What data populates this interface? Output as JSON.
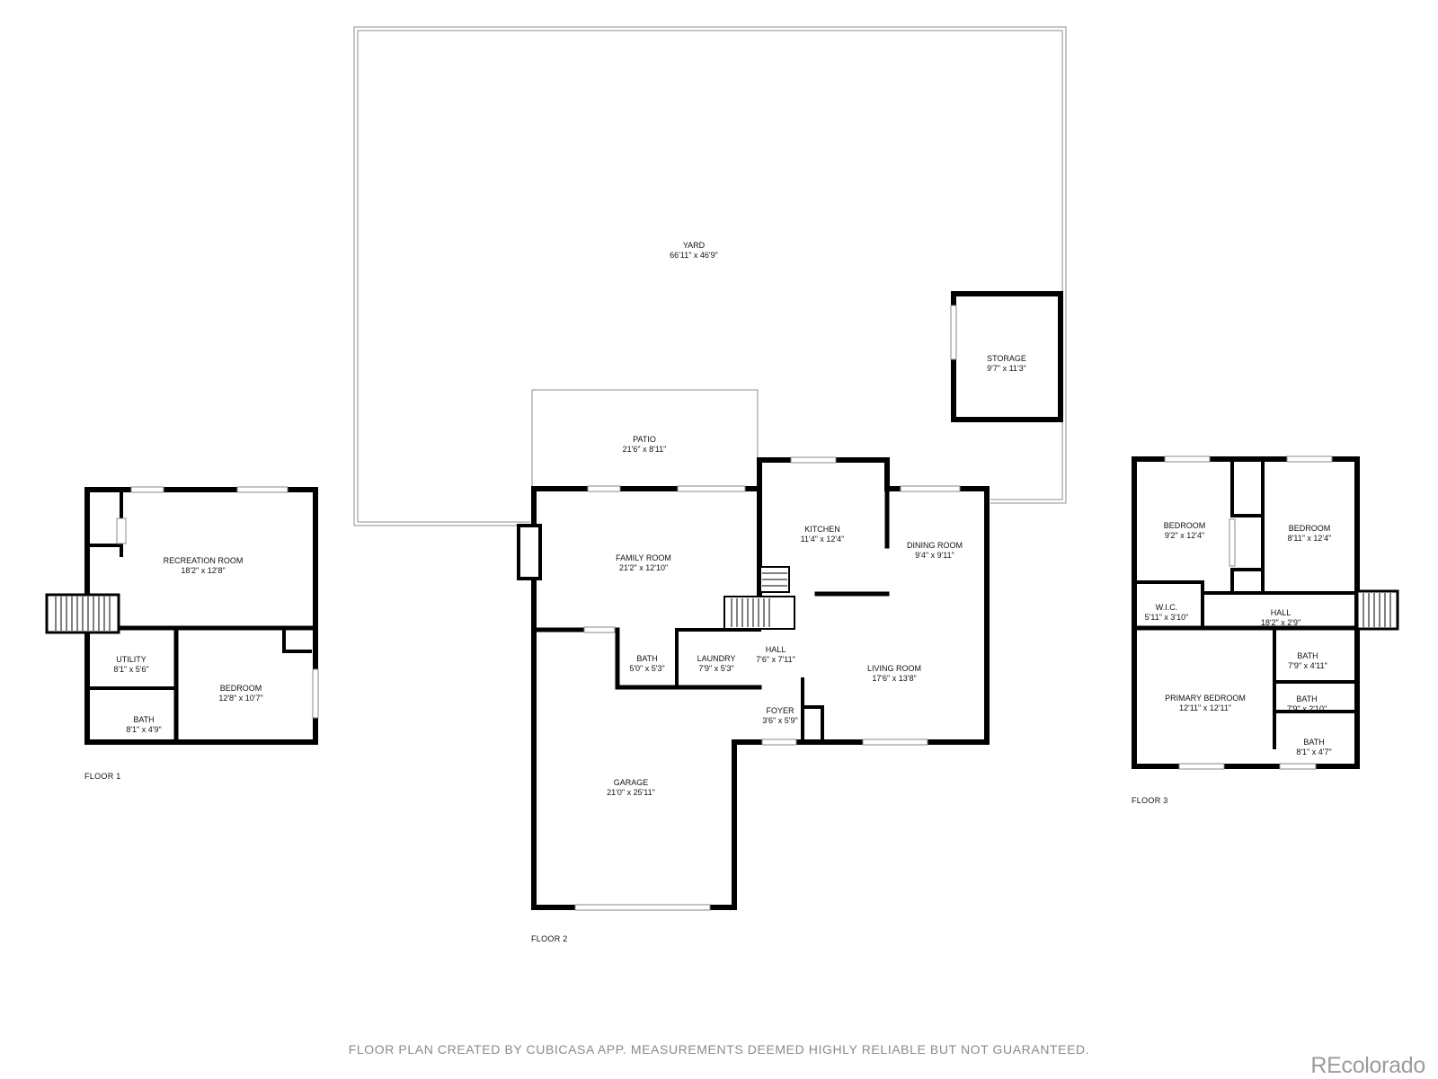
{
  "rooms": {
    "yard": {
      "name": "YARD",
      "dims": "66'11\" x 46'9\""
    },
    "storage": {
      "name": "STORAGE",
      "dims": "9'7\" x 11'3\""
    },
    "patio": {
      "name": "PATIO",
      "dims": "21'6\" x 8'11\""
    },
    "recreation_room": {
      "name": "RECREATION ROOM",
      "dims": "18'2\" x 12'8\""
    },
    "utility": {
      "name": "UTILITY",
      "dims": "8'1\" x 5'6\""
    },
    "bedroom_f1": {
      "name": "BEDROOM",
      "dims": "12'8\" x 10'7\""
    },
    "bath_f1": {
      "name": "BATH",
      "dims": "8'1\" x 4'9\""
    },
    "family_room": {
      "name": "FAMILY ROOM",
      "dims": "21'2\" x 12'10\""
    },
    "kitchen": {
      "name": "KITCHEN",
      "dims": "11'4\" x 12'4\""
    },
    "dining_room": {
      "name": "DINING ROOM",
      "dims": "9'4\" x 9'11\""
    },
    "bath_f2": {
      "name": "BATH",
      "dims": "5'0\" x 5'3\""
    },
    "laundry": {
      "name": "LAUNDRY",
      "dims": "7'9\" x 5'3\""
    },
    "hall_f2": {
      "name": "HALL",
      "dims": "7'6\" x 7'11\""
    },
    "living_room": {
      "name": "LIVING ROOM",
      "dims": "17'6\" x 13'8\""
    },
    "foyer": {
      "name": "FOYER",
      "dims": "3'6\" x 5'9\""
    },
    "garage": {
      "name": "GARAGE",
      "dims": "21'0\" x 25'11\""
    },
    "bedroom_f3_left": {
      "name": "BEDROOM",
      "dims": "9'2\" x 12'4\""
    },
    "bedroom_f3_right": {
      "name": "BEDROOM",
      "dims": "8'11\" x 12'4\""
    },
    "wic": {
      "name": "W.I.C.",
      "dims": "5'11\" x 3'10\""
    },
    "hall_f3": {
      "name": "HALL",
      "dims": "18'2\" x 2'9\""
    },
    "bath_f3_a": {
      "name": "BATH",
      "dims": "7'9\" x 4'11\""
    },
    "bath_f3_b": {
      "name": "BATH",
      "dims": "7'9\" x 2'10\""
    },
    "primary_bedroom": {
      "name": "PRIMARY BEDROOM",
      "dims": "12'11\" x 12'11\""
    },
    "bath_f3_c": {
      "name": "BATH",
      "dims": "8'1\" x 4'7\""
    }
  },
  "floors": {
    "f1": "FLOOR 1",
    "f2": "FLOOR 2",
    "f3": "FLOOR 3"
  },
  "disclaimer": "FLOOR PLAN CREATED BY CUBICASA APP. MEASUREMENTS DEEMED HIGHLY RELIABLE BUT NOT GUARANTEED.",
  "brand": "REcolorado",
  "colors": {
    "wall": "#000000",
    "outline": "#8c8c8c",
    "disclaimer": "#8a8a8a",
    "brand": "#9b9b9b"
  }
}
